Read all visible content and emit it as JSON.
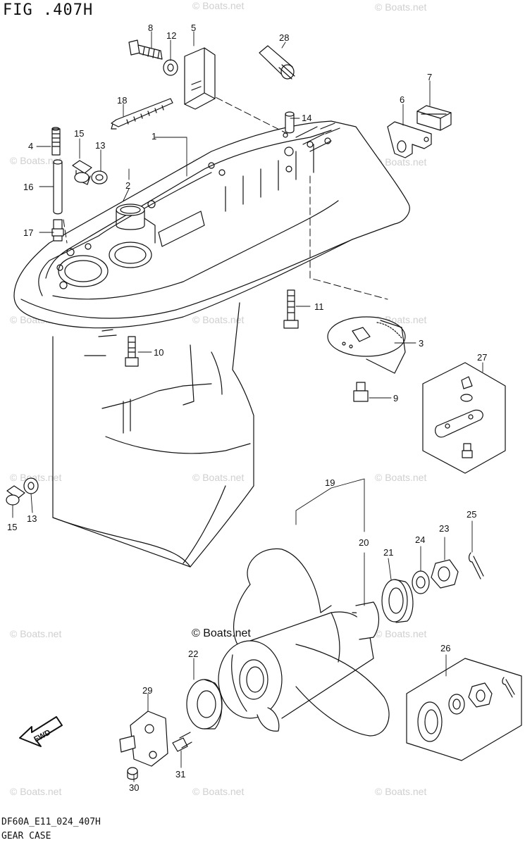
{
  "figure": {
    "title": "FIG .407H",
    "model_code": "DF60A_E11_024_407H",
    "section": "GEAR CASE"
  },
  "watermark": {
    "text": "© Boats.net"
  },
  "direction_arrow": "FWD",
  "callouts": {
    "c1": "1",
    "c2": "2",
    "c3": "3",
    "c4": "4",
    "c5": "5",
    "c6": "6",
    "c7": "7",
    "c8": "8",
    "c9": "9",
    "c10": "10",
    "c11": "11",
    "c12": "12",
    "c13": "13",
    "c13b": "13",
    "c14": "14",
    "c15": "15",
    "c15b": "15",
    "c16": "16",
    "c17": "17",
    "c18": "18",
    "c19": "19",
    "c20": "20",
    "c21": "21",
    "c22": "22",
    "c23": "23",
    "c24": "24",
    "c25": "25",
    "c26": "26",
    "c27": "27",
    "c28": "28",
    "c29": "29",
    "c30": "30",
    "c31": "31"
  }
}
